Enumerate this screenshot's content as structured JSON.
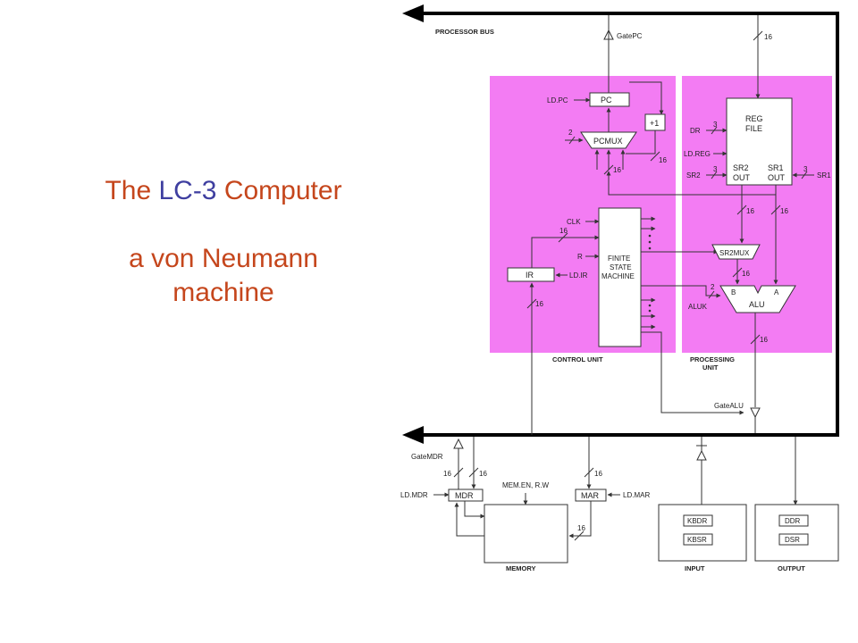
{
  "slide": {
    "title": {
      "part1": "The ",
      "part2": "LC-3",
      "part3": " Computer"
    },
    "subtitle": {
      "part1": "a von Neumann",
      "part2": "machine"
    },
    "colors": {
      "orange": "#c5461c",
      "blue": "#3f3fa0",
      "pink": "#f37cf3"
    }
  },
  "diagram": {
    "bus_label": "PROCESSOR BUS",
    "gate_pc": "GatePC",
    "w16": "16",
    "w3": "3",
    "w2": "2",
    "pc": "PC",
    "ld_pc": "LD.PC",
    "plus1": "+1",
    "pcmux": "PCMUX",
    "reg_file": {
      "line1": "REG",
      "line2": "FILE"
    },
    "dr": "DR",
    "ld_reg": "LD.REG",
    "sr2": "SR2",
    "sr1": "SR1",
    "sr2_out": {
      "line1": "SR2",
      "line2": "OUT"
    },
    "sr1_out": {
      "line1": "SR1",
      "line2": "OUT"
    },
    "clk": "CLK",
    "r": "R",
    "fsm": {
      "line1": "FINITE",
      "line2": "STATE",
      "line3": "MACHINE"
    },
    "ir": "IR",
    "ld_ir": "LD.IR",
    "sr2mux": "SR2MUX",
    "alu": "ALU",
    "aluk": "ALUK",
    "b": "B",
    "a": "A",
    "control_unit": "CONTROL UNIT",
    "processing_unit": {
      "line1": "PROCESSING",
      "line2": "UNIT"
    },
    "gate_alu": "GateALU",
    "gate_mdr": "GateMDR",
    "mdr": "MDR",
    "ld_mdr": "LD.MDR",
    "mem_en": "MEM.EN, R.W",
    "mar": "MAR",
    "ld_mar": "LD.MAR",
    "memory": "MEMORY",
    "kbdr": "KBDR",
    "kbsr": "KBSR",
    "input": "INPUT",
    "ddr": "DDR",
    "dsr": "DSR",
    "output": "OUTPUT"
  }
}
